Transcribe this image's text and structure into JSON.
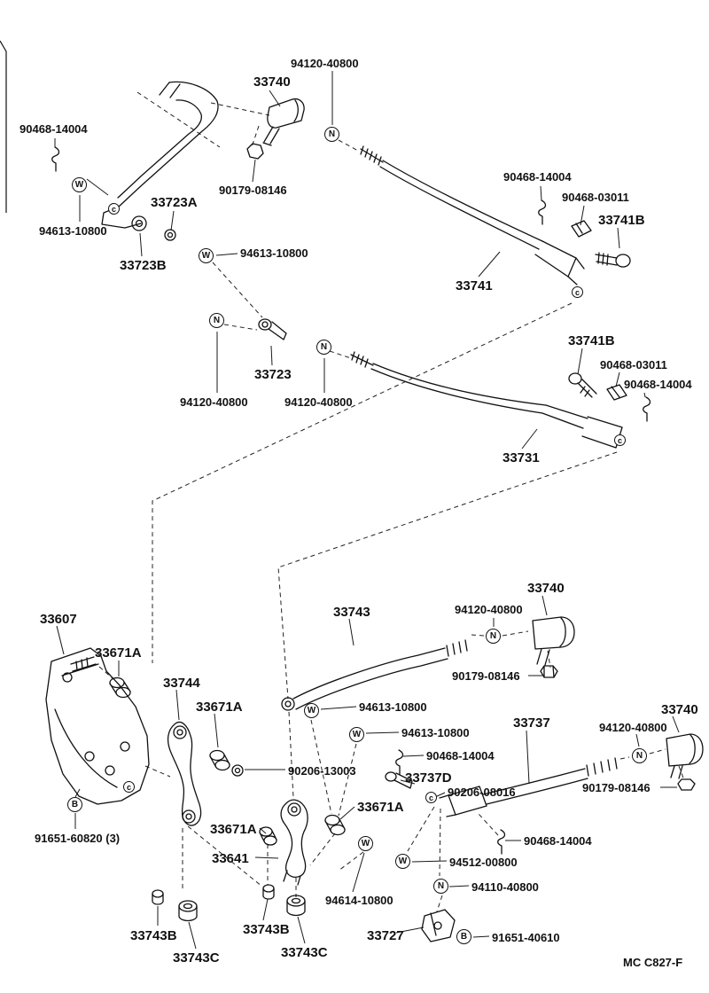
{
  "footer": {
    "code": "MC  C827-F"
  },
  "labels": [
    {
      "text": "94120-40800"
    },
    {
      "text": "33740"
    },
    {
      "text": "90468-14004"
    },
    {
      "text": "94613-10800"
    },
    {
      "text": "33723A"
    },
    {
      "text": "90179-08146"
    },
    {
      "text": "33723B"
    },
    {
      "text": "94613-10800"
    },
    {
      "text": "90468-14004"
    },
    {
      "text": "90468-03011"
    },
    {
      "text": "33741B"
    },
    {
      "text": "33741"
    },
    {
      "text": "33723"
    },
    {
      "text": "94120-40800"
    },
    {
      "text": "94120-40800"
    },
    {
      "text": "33741B"
    },
    {
      "text": "90468-03011"
    },
    {
      "text": "90468-14004"
    },
    {
      "text": "33731"
    },
    {
      "text": "33740"
    },
    {
      "text": "94120-40800"
    },
    {
      "text": "33607"
    },
    {
      "text": "33671A"
    },
    {
      "text": "33743"
    },
    {
      "text": "90179-08146"
    },
    {
      "text": "33744"
    },
    {
      "text": "33671A"
    },
    {
      "text": "94613-10800"
    },
    {
      "text": "94613-10800"
    },
    {
      "text": "33737"
    },
    {
      "text": "33740"
    },
    {
      "text": "94120-40800"
    },
    {
      "text": "90468-14004"
    },
    {
      "text": "90206-13003"
    },
    {
      "text": "33737D"
    },
    {
      "text": "90206-08016"
    },
    {
      "text": "90179-08146"
    },
    {
      "text": "33671A"
    },
    {
      "text": "33671A"
    },
    {
      "text": "91651-60820 (3)"
    },
    {
      "text": "90468-14004"
    },
    {
      "text": "33641"
    },
    {
      "text": "94512-00800"
    },
    {
      "text": "94110-40800"
    },
    {
      "text": "94614-10800"
    },
    {
      "text": "33743B"
    },
    {
      "text": "33743B"
    },
    {
      "text": "33727"
    },
    {
      "text": "91651-40610"
    },
    {
      "text": "33743C"
    },
    {
      "text": "33743C"
    }
  ],
  "symbols": [
    {
      "letter": "N"
    },
    {
      "letter": "W"
    },
    {
      "letter": "W"
    },
    {
      "letter": "N"
    },
    {
      "letter": "N"
    },
    {
      "letter": "N"
    },
    {
      "letter": "W"
    },
    {
      "letter": "W"
    },
    {
      "letter": "W"
    },
    {
      "letter": "W"
    },
    {
      "letter": "N"
    },
    {
      "letter": "N"
    },
    {
      "letter": "B"
    },
    {
      "letter": "B"
    },
    {
      "letter": "c"
    },
    {
      "letter": "c"
    },
    {
      "letter": "c"
    },
    {
      "letter": "c"
    },
    {
      "letter": "c"
    }
  ]
}
